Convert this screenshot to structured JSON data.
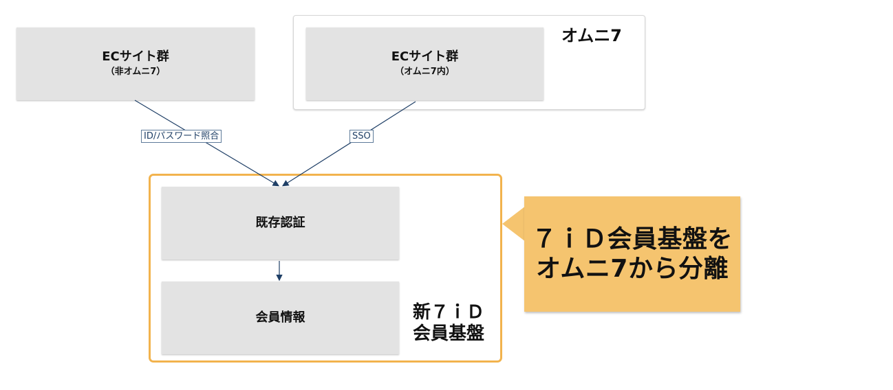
{
  "omni7_group": {
    "title": "オムニ7"
  },
  "nodes": {
    "ec_non_omni": {
      "title": "ECサイト群",
      "subtitle": "（非オムニ7）"
    },
    "ec_in_omni": {
      "title": "ECサイト群",
      "subtitle": "（オムニ7内）"
    },
    "existing_auth": {
      "title": "既存認証"
    },
    "member_info": {
      "title": "会員情報"
    }
  },
  "platform_group": {
    "title_line1": "新７ｉＤ",
    "title_line2": "会員基盤"
  },
  "edges": {
    "idpw": {
      "label": "ID/パスワード照合"
    },
    "sso": {
      "label": "SSO"
    }
  },
  "callout": {
    "line1": "７ｉＤ会員基盤を",
    "line2": "オムニ7から分離"
  },
  "colors": {
    "box_fill": "#e3e3e3",
    "platform_border": "#f2b34d",
    "callout_fill": "#f5c46f",
    "connector": "#1f3f66"
  }
}
